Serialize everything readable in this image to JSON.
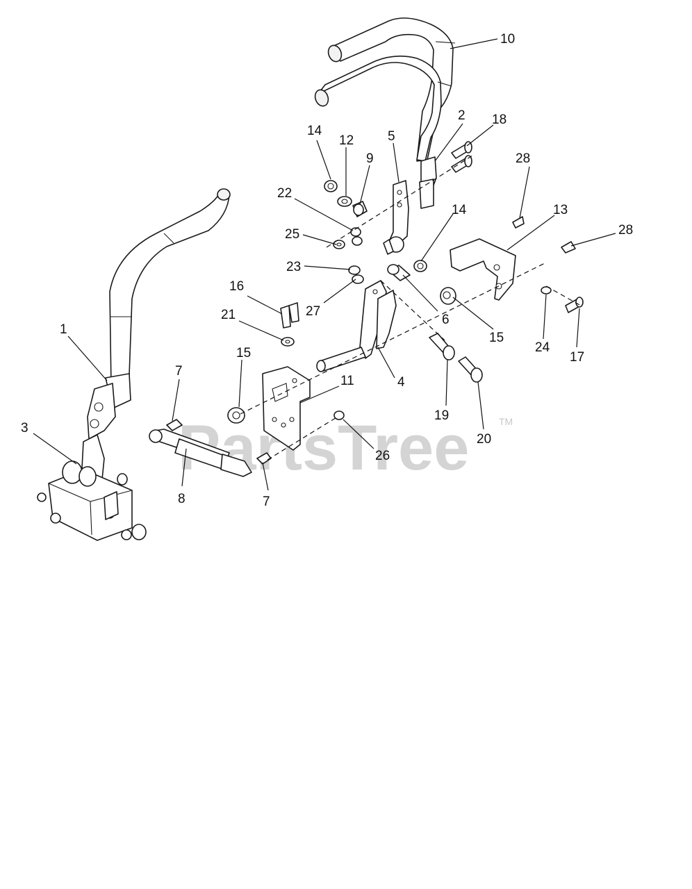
{
  "watermark": {
    "brand": "PartsTree",
    "trademark": "TM"
  },
  "callouts": {
    "c1": "1",
    "c2": "2",
    "c3": "3",
    "c4": "4",
    "c5": "5",
    "c6": "6",
    "c7a": "7",
    "c7b": "7",
    "c8": "8",
    "c9": "9",
    "c10": "10",
    "c11": "11",
    "c12": "12",
    "c13": "13",
    "c14a": "14",
    "c14b": "14",
    "c15a": "15",
    "c15b": "15",
    "c16": "16",
    "c17": "17",
    "c18": "18",
    "c19": "19",
    "c20": "20",
    "c21": "21",
    "c22": "22",
    "c23": "23",
    "c24": "24",
    "c25": "25",
    "c26": "26",
    "c27": "27",
    "c28a": "28",
    "c28b": "28"
  },
  "colors": {
    "line": "#1a1a1a",
    "watermark": "#d4d4d4",
    "background": "#ffffff"
  }
}
